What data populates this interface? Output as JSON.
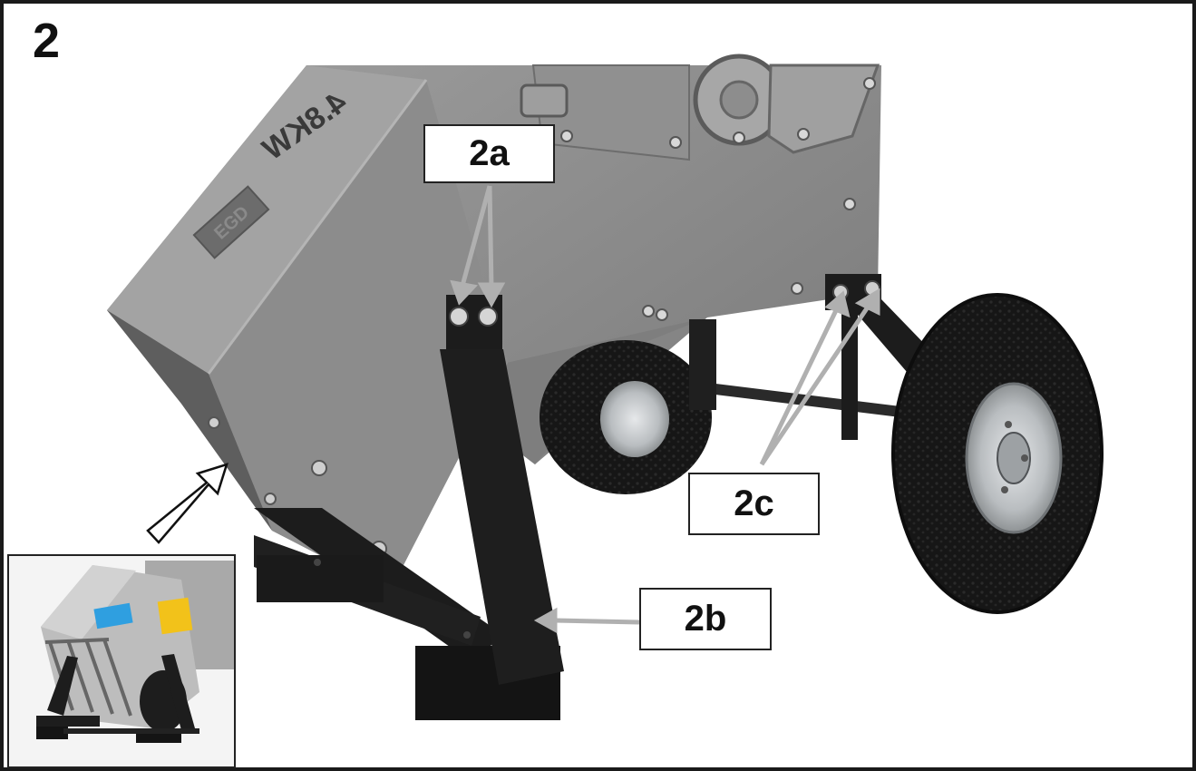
{
  "figure": {
    "step_number": "2",
    "product_badge": "4.8KW",
    "logo_text": "EGD",
    "callouts": {
      "a": "2a",
      "b": "2b",
      "c": "2c"
    },
    "icons": [
      "step-arrow-icon",
      "callout-arrow-icon"
    ],
    "colors": {
      "frame": "#1a1a1a",
      "housing": "#8a8a8a",
      "bracket": "#1e1e1e",
      "tyre": "#151515",
      "rim": "#bfc3c6",
      "callout_arrow": "#b0b0b0",
      "inset_label": "#2f9fe0",
      "warning_label": "#f2c21a"
    }
  }
}
